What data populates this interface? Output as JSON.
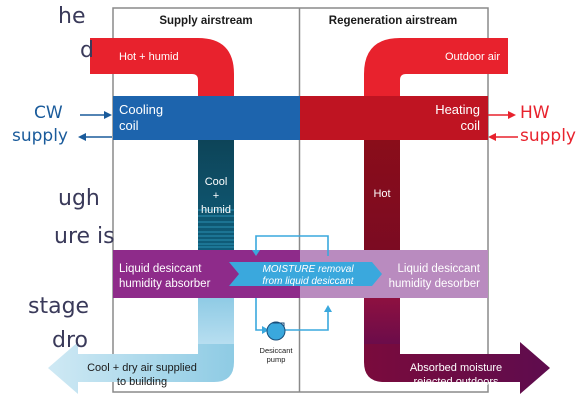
{
  "columns": {
    "supply": "Supply airstream",
    "regeneration": "Regeneration airstream"
  },
  "labels": {
    "hot_humid": "Hot + humid",
    "outdoor_air": "Outdoor air",
    "cooling_coil_1": "Cooling",
    "cooling_coil_2": "coil",
    "heating_coil_1": "Heating",
    "heating_coil_2": "coil",
    "cool_1": "Cool",
    "cool_2": "+",
    "cool_3": "humid",
    "hot": "Hot",
    "absorber_1": "Liquid desiccant",
    "absorber_2": "humidity absorber",
    "desorber_1": "Liquid desiccant",
    "desorber_2": "humidity desorber",
    "moisture_1": "MOISTURE removal",
    "moisture_2": "from liquid desiccant",
    "pump_1": "Desiccant",
    "pump_2": "pump",
    "supplied_1": "Cool + dry air supplied",
    "supplied_2": "to building",
    "rejected_1": "Absorbed moisture",
    "rejected_2": "rejected outdoors"
  },
  "side": {
    "cw": "CW",
    "cw_supply": "supply",
    "hw": "HW",
    "hw_supply": "supply"
  },
  "clipped_text": {
    "line1": "he",
    "line2": "d",
    "line3": "ugh",
    "line4": "ure is",
    "line5": "stage",
    "line6": "dro"
  },
  "colors": {
    "hot_red": "#e8222d",
    "dark_red": "#a0101a",
    "blue": "#1d64ad",
    "teal_dark": "#0d4a62",
    "purple": "#8e2b8a",
    "lilac": "#b98bbf",
    "light_blue": "#a7d6ea",
    "arrow_blue": "#3aa8dd",
    "plum": "#6e0f4f"
  }
}
